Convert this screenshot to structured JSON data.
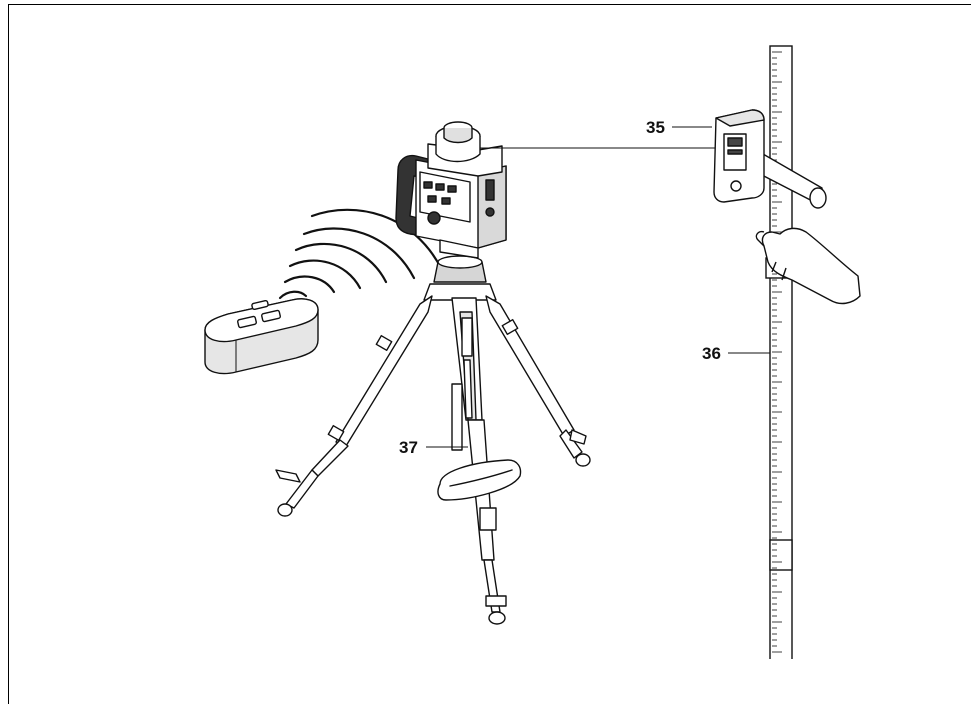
{
  "figure": {
    "callouts": [
      {
        "id": "c35",
        "number": "35",
        "refers_to": "laser-receiver"
      },
      {
        "id": "c36",
        "number": "36",
        "refers_to": "measuring-rod"
      },
      {
        "id": "c37",
        "number": "37",
        "refers_to": "tripod"
      }
    ]
  },
  "colors": {
    "line": "#111111",
    "fill_light": "#ffffff",
    "fill_grey": "#cfcfcf",
    "fill_dark": "#444444"
  }
}
